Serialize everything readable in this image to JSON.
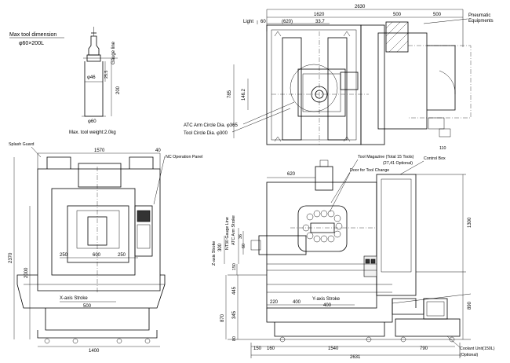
{
  "tool_dimension": {
    "heading": "Max tool dimension",
    "size": "φ60×200L",
    "gauge_line": "Gauge line",
    "dia_46": "φ46",
    "dim_25_5": "25.5",
    "dim_200": "200",
    "dia_60": "φ60",
    "weight": "Max. tool weight:2.0kg"
  },
  "top_view": {
    "dim_2630": "2630",
    "dim_1620": "1620",
    "dim_500_a": "500",
    "dim_500_b": "500",
    "light_label": "Light",
    "dim_60": "60",
    "dim_620": "(620)",
    "dim_33_7": "33.7",
    "pneumatic_label_1": "Pneumatic",
    "pneumatic_label_2": "Equipments",
    "dim_146_2": "146.2",
    "dim_785": "785",
    "atc_arm_dia": "ATC Arm Circle Dia. φ365",
    "tool_circle_dia": "Tool Circle Dia. φ300",
    "dim_110": "110"
  },
  "front_view": {
    "splash_guard": "Splash Guard",
    "dim_1570": "1570",
    "dim_40": "40",
    "nc_panel": "NC Operation Panel",
    "dim_250": "250",
    "dim_600": "600",
    "dim_250_b": "250",
    "dim_2370": "2370",
    "dim_2000": "2000",
    "x_stroke": "X-axis Stroke",
    "x_stroke_val": "500",
    "dim_1400": "1400"
  },
  "side_view": {
    "tool_magazine": "Tool Magazine (Total 15 Tools)",
    "optional_tools": "(27,41 Optional)",
    "control_box": "Control Box",
    "door_label": "Door for Tool Change",
    "dim_620": "620",
    "nt30": "NT30 Gauge Line",
    "atc_stroke": "ATC Arm Stroke",
    "z_stroke": "Z-axis Stroke",
    "z_val": "300",
    "dim_36": "36",
    "dim_60": "60",
    "dim_150": "150",
    "dim_1300": "1300",
    "dim_445": "445",
    "dim_220": "220",
    "dim_400": "400",
    "y_stroke": "Y-axis Stroke",
    "y_stroke_val": "400",
    "dim_870": "870",
    "dim_345": "345",
    "dim_80": "80",
    "dim_890": "890",
    "dim_150_b": "150",
    "dim_160": "160",
    "dim_1540": "1540",
    "dim_790": "790",
    "dim_2631": "2631",
    "coolant": "Coolant Unit(150L)",
    "coolant_opt": "(Optional)"
  }
}
